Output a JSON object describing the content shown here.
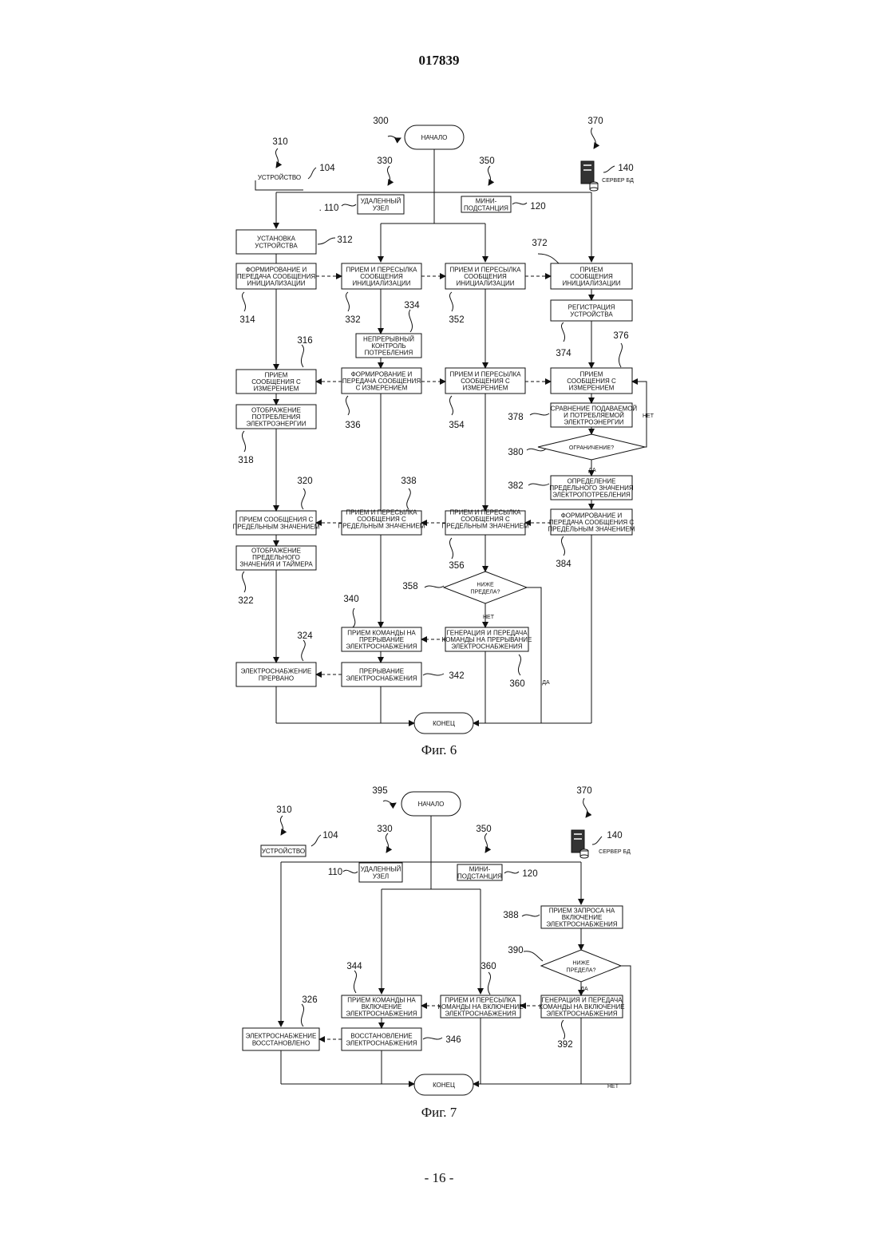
{
  "header": {
    "doc_number": "017839"
  },
  "footer": {
    "page_number": "- 16 -"
  },
  "fig6": {
    "caption": "Фиг. 6",
    "start": "НАЧАЛО",
    "end": "КОНЕЦ",
    "device": "УСТРОЙСТВО",
    "remote_node": [
      "УДАЛЕННЫЙ",
      "УЗЕЛ"
    ],
    "mini_substation": [
      "МИНИ-",
      "ПОДСТАНЦИЯ"
    ],
    "db_server": "СЕРВЕР БД",
    "refs": {
      "r300": "300",
      "r310": "310",
      "r330": "330",
      "r350": "350",
      "r370": "370",
      "r104": "104",
      "r140": "140",
      "r110": ". 110",
      "r120": "120",
      "r312": "312",
      "r314": "314",
      "r316": "316",
      "r318": "318",
      "r320": "320",
      "r322": "322",
      "r324": "324",
      "r332": "332",
      "r334": "334",
      "r336": "336",
      "r338": "338",
      "r340": "340",
      "r342": "342",
      "r352": "352",
      "r354": "354",
      "r356": "356",
      "r358": "358",
      "r360": "360",
      "r372": "372",
      "r374": "374",
      "r376": "376",
      "r378": "378",
      "r380": "380",
      "r382": "382",
      "r384": "384"
    },
    "boxes": {
      "b312": [
        "УСТАНОВКА",
        "УСТРОЙСТВА"
      ],
      "b314": [
        "ФОРМИРОВАНИЕ И",
        "ПЕРЕДАЧА СООБЩЕНИЯ",
        "ИНИЦИАЛИЗАЦИИ"
      ],
      "b332": [
        "ПРИЕМ И ПЕРЕСЫЛКА",
        "СООБЩЕНИЯ",
        "ИНИЦИАЛИЗАЦИИ"
      ],
      "b352": [
        "ПРИЕМ И ПЕРЕСЫЛКА",
        "СООБЩЕНИЯ",
        "ИНИЦИАЛИЗАЦИИ"
      ],
      "b372": [
        "ПРИЕМ",
        "СООБЩЕНИЯ",
        "ИНИЦИАЛИЗАЦИИ"
      ],
      "b374": [
        "РЕГИСТРАЦИЯ",
        "УСТРОЙСТВА"
      ],
      "b334": [
        "НЕПРЕРЫВНЫЙ",
        "КОНТРОЛЬ",
        "ПОТРЕБЛЕНИЯ"
      ],
      "b316": [
        "ПРИЕМ",
        "СООБЩЕНИЯ С",
        "ИЗМЕРЕНИЕМ"
      ],
      "b336": [
        "ФОРМИРОВАНИЕ И",
        "ПЕРЕДАЧА СООБЩЕНИЯ",
        "С ИЗМЕРЕНИЕМ"
      ],
      "b354": [
        "ПРИЕМ И ПЕРЕСЫЛКА",
        "СООБЩЕНИЯ С",
        "ИЗМЕРЕНИЕМ"
      ],
      "b376": [
        "ПРИЕМ",
        "СООБЩЕНИЯ С",
        "ИЗМЕРЕНИЕМ"
      ],
      "b318": [
        "ОТОБРАЖЕНИЕ",
        "ПОТРЕБЛЕНИЯ",
        "ЭЛЕКТРОЭНЕРГИИ"
      ],
      "b378": [
        "СРАВНЕНИЕ ПОДАВАЕМОЙ",
        "И ПОТРЕБЛЯЕМОЙ",
        "ЭЛЕКТРОЭНЕРГИИ"
      ],
      "d380": "ОГРАНИЧЕНИЕ?",
      "b382": [
        "ОПРЕДЕЛЕНИЕ",
        "ПРЕДЕЛЬНОГО ЗНАЧЕНИЯ",
        "ЭЛЕКТРОПОТРЕБЛЕНИЯ"
      ],
      "b320": [
        "ПРИЕМ СООБЩЕНИЯ С",
        "ПРЕДЕЛЬНЫМ ЗНАЧЕНИЕМ"
      ],
      "b338": [
        "ПРИЕМ И ПЕРЕСЫЛКА",
        "СООБЩЕНИЯ С",
        "ПРЕДЕЛЬНЫМ ЗНАЧЕНИЕМ"
      ],
      "b356": [
        "ПРИЕМ И ПЕРЕСЫЛКА",
        "СООБЩЕНИЯ С",
        "ПРЕДЕЛЬНЫМ ЗНАЧЕНИЕМ"
      ],
      "b384": [
        "ФОРМИРОВАНИЕ И",
        "ПЕРЕДАЧА СООБЩЕНИЯ С",
        "ПРЕДЕЛЬНЫМ ЗНАЧЕНИЕМ"
      ],
      "b322": [
        "ОТОБРАЖЕНИЕ",
        "ПРЕДЕЛЬНОГО",
        "ЗНАЧЕНИЯ И ТАЙМЕРА"
      ],
      "d358": [
        "НИЖЕ",
        "ПРЕДЕЛА?"
      ],
      "b340": [
        "ПРИЕМ КОМАНДЫ НА",
        "ПРЕРЫВАНИЕ",
        "ЭЛЕКТРОСНАБЖЕНИЯ"
      ],
      "b360": [
        "ГЕНЕРАЦИЯ И ПЕРЕДАЧА",
        "КОМАНДЫ НА ПРЕРЫВАНИЕ",
        "ЭЛЕКТРОСНАБЖЕНИЯ"
      ],
      "b324": [
        "ЭЛЕКТРОСНАБЖЕНИЕ",
        "ПРЕРВАНО"
      ],
      "b342": [
        "ПРЕРЫВАНИЕ",
        "ЭЛЕКТРОСНАБЖЕНИЯ"
      ]
    },
    "labels": {
      "net_380": "НЕТ",
      "da_380": "ДА",
      "net_358": "НЕТ",
      "da_358": "ДА"
    }
  },
  "fig7": {
    "caption": "Фиг. 7",
    "start": "НАЧАЛО",
    "end": "КОНЕЦ",
    "device": "УСТРОЙСТВО",
    "remote_node": [
      "УДАЛЕННЫЙ",
      "УЗЕЛ"
    ],
    "mini_substation": [
      "МИНИ-",
      "ПОДСТАНЦИЯ"
    ],
    "db_server": "СЕРВЕР БД",
    "refs": {
      "r395": "395",
      "r310": "310",
      "r330": "330",
      "r350": "350",
      "r370": "370",
      "r104": "104",
      "r140": "140",
      "r110": "110",
      "r120": "120",
      "r388": "388",
      "r390": "390",
      "r344": "344",
      "r360": "360",
      "r326": "326",
      "r346": "346",
      "r392": "392"
    },
    "boxes": {
      "b388": [
        "ПРИЕМ ЗАПРОСА НА",
        "ВКЛЮЧЕНИЕ",
        "ЭЛЕКТРОСНАБЖЕНИЯ"
      ],
      "d390": [
        "НИЖЕ",
        "ПРЕДЕЛА?"
      ],
      "b344": [
        "ПРИЕМ КОМАНДЫ НА",
        "ВКЛЮЧЕНИЕ",
        "ЭЛЕКТРОСНАБЖЕНИЯ"
      ],
      "b360": [
        "ПРИЕМ И ПЕРЕСЫЛКА",
        "КОМАНДЫ НА ВКЛЮЧЕНИЕ",
        "ЭЛЕКТРОСНАБЖЕНИЯ"
      ],
      "b392": [
        "ГЕНЕРАЦИЯ И ПЕРЕДАЧА",
        "КОМАНДЫ НА ВКЛЮЧЕНИЕ",
        "ЭЛЕКТРОСНАБЖЕНИЯ"
      ],
      "b326": [
        "ЭЛЕКТРОСНАБЖЕНИЕ",
        "ВОССТАНОВЛЕНО"
      ],
      "b346": [
        "ВОССТАНОВЛЕНИЕ",
        "ЭЛЕКТРОСНАБЖЕНИЯ"
      ]
    },
    "labels": {
      "da_390": "ДА",
      "net_390": "НЕТ"
    }
  }
}
